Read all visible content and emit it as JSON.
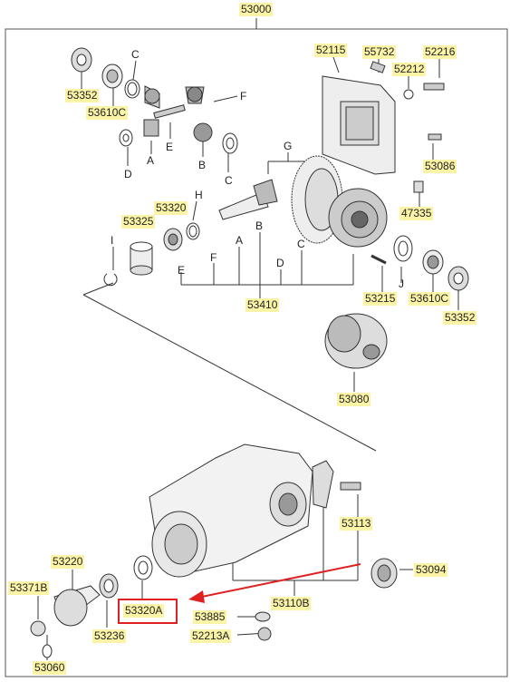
{
  "diagram": {
    "assembly_number": "53000",
    "labels": {
      "p53352_top": "53352",
      "p53610c_top": "53610C",
      "p52115": "52115",
      "p55732": "55732",
      "p52212": "52212",
      "p52216": "52216",
      "p53086": "53086",
      "p47335": "47335",
      "p53320": "53320",
      "p53325": "53325",
      "p53410": "53410",
      "p53215": "53215",
      "p53610c_right": "53610C",
      "p53352_right": "53352",
      "p53080": "53080",
      "p53113": "53113",
      "p53094": "53094",
      "p53220": "53220",
      "p53371b": "53371B",
      "p53236": "53236",
      "p53320a": "53320A",
      "p53885": "53885",
      "p53110b": "53110B",
      "p52213a": "52213A",
      "p53060": "53060"
    },
    "letters": {
      "C_top": "C",
      "F_top": "F",
      "E_mid": "E",
      "A_mid": "A",
      "D_mid": "D",
      "B_mid": "B",
      "C_mid": "C",
      "G": "G",
      "H": "H",
      "I": "I",
      "B_lower": "B",
      "A_lower": "A",
      "C_lower": "C",
      "E_lower": "E",
      "F_lower": "F",
      "D_lower": "D",
      "J": "J"
    },
    "colors": {
      "label_bg": "#fbf3a6",
      "highlight": "#e02020",
      "line": "#333333"
    }
  }
}
